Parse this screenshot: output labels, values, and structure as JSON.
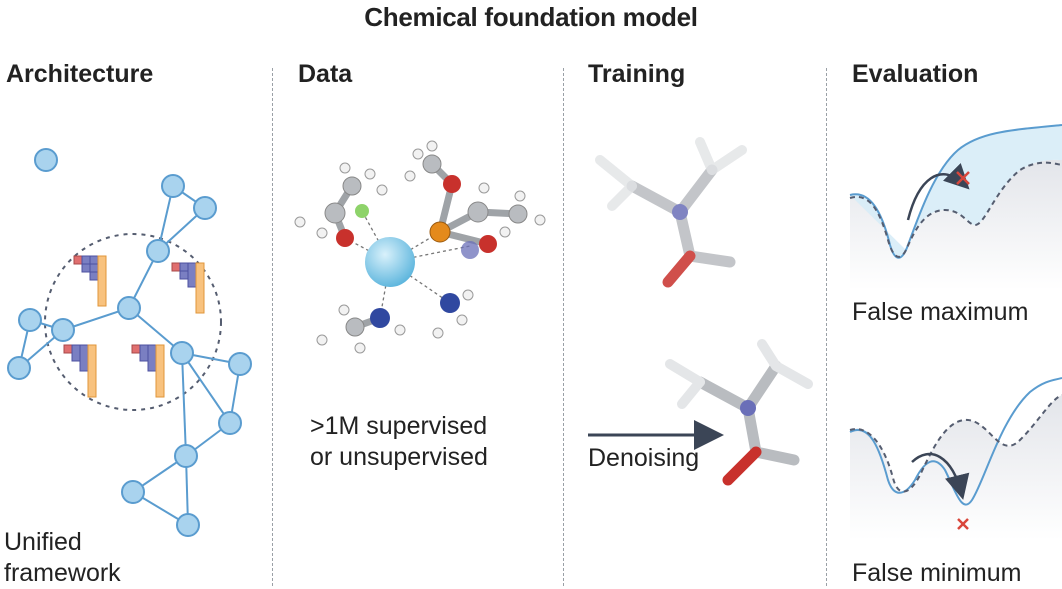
{
  "title": "Chemical foundation model",
  "sections": {
    "architecture": {
      "heading": "Architecture",
      "caption_line1": "Unified",
      "caption_line2": "framework"
    },
    "data": {
      "heading": "Data",
      "caption_line1": ">1M supervised",
      "caption_line2": "or unsupervised"
    },
    "training": {
      "heading": "Training",
      "arrow_label": "Denoising"
    },
    "evaluation": {
      "heading": "Evaluation",
      "top_label": "False maximum",
      "bottom_label": "False minimum"
    }
  },
  "colors": {
    "node": "#a9d3ee",
    "node_stroke": "#5a9ccf",
    "edge": "#5a9ccf",
    "carbon": "#b9bcc0",
    "nitrogen": "#6a6fb8",
    "oxygen": "#c8312c",
    "hydrogen": "#f2f2f2",
    "metal_ion": "#7cc6e6",
    "phosphorus": "#e48a1c",
    "landscape_curve": "#5a9ccf",
    "landscape_fill": "#d7ecf7",
    "marker": "#d9463b",
    "arrow": "#3b4556"
  },
  "icons": {
    "graph": "network-graph-icon",
    "molecule": "molecule-icon",
    "cross": "x-marker-icon"
  }
}
